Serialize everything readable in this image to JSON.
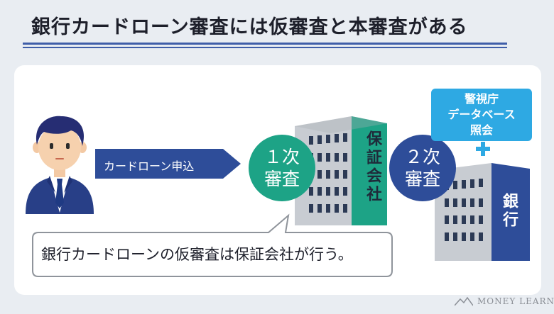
{
  "title": "銀行カードローン審査には仮審査と本審査がある",
  "steps": {
    "application_label": "カードローン申込",
    "first_screening": {
      "line1": "１次",
      "line2": "審査"
    },
    "second_screening": {
      "line1": "２次",
      "line2": "審査"
    }
  },
  "entities": {
    "guarantor": "保証会社",
    "bank": "銀行",
    "police_db": [
      "警視庁",
      "データベース",
      "照会"
    ]
  },
  "callout": "銀行カードローンの仮審査は保証会社が行う。",
  "brand": {
    "logo_text": "MONEY LEARNING"
  },
  "colors": {
    "navy": "#2e4d99",
    "teal": "#1da386",
    "sky": "#2ea9e3",
    "gray_building": "#c8ccd2",
    "background": "#e9edf2"
  }
}
